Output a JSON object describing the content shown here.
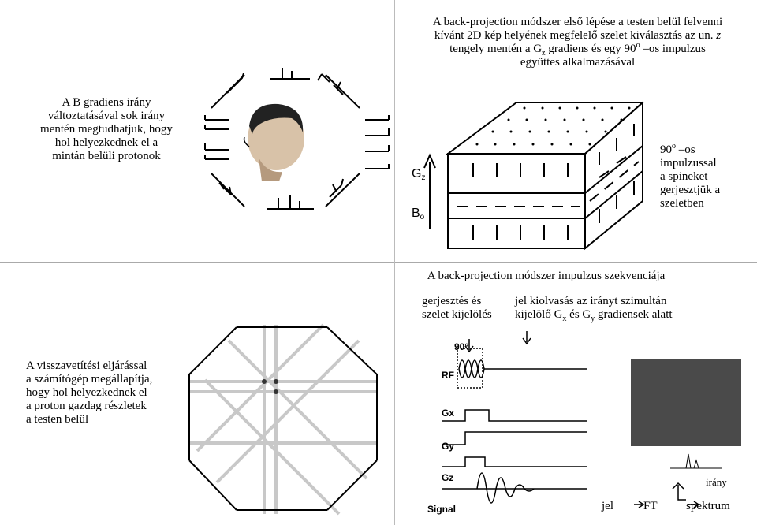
{
  "top_right": {
    "caption_lines": [
      "A back-projection módszer első lépése a testen belül felvenni",
      "kívánt 2D kép helyének megfelelő szelet kiválasztás az un. z",
      "tengely mentén a Gz gradiens és egy 90o –os impulzus",
      "együttes alkalmazásával"
    ],
    "gz_label": "Gz",
    "b0_label": "Bo",
    "side_note": [
      "90o –os",
      "impulzussal",
      "a spineket",
      "gerjesztjük a",
      "szeletben"
    ]
  },
  "top_left": {
    "caption": [
      "A B gradiens irány",
      "változtatásával sok irány",
      "mentén megtudhatjuk, hogy",
      "hol helyezkednek el a",
      "mintán belüli protonok"
    ]
  },
  "bottom_left": {
    "caption": [
      "A visszavetítési eljárással",
      "a számítógép megállapítja,",
      "hogy hol helyezkednek el",
      "a proton gazdag részletek",
      "a testen belül"
    ]
  },
  "bottom_right": {
    "title": "A back-projection módszer impulzus szekvenciája",
    "label_excite": [
      "gerjesztés és",
      "szelet kijelölés"
    ],
    "label_readout": [
      "jel kiolvasás az irányt szimultán",
      "kijelölő Gx és Gy gradiensek alatt"
    ],
    "pulse_label": "90°",
    "rows": [
      "RF",
      "Gx",
      "Gy",
      "Gz",
      "Signal"
    ],
    "flow": {
      "jel": "jel",
      "ft": "FT",
      "spektrum": "spektrum",
      "irany": "irány"
    }
  },
  "colors": {
    "dark_panel": "#4a4a4a",
    "grid": "#c8c8c8",
    "accent": "#000000"
  }
}
